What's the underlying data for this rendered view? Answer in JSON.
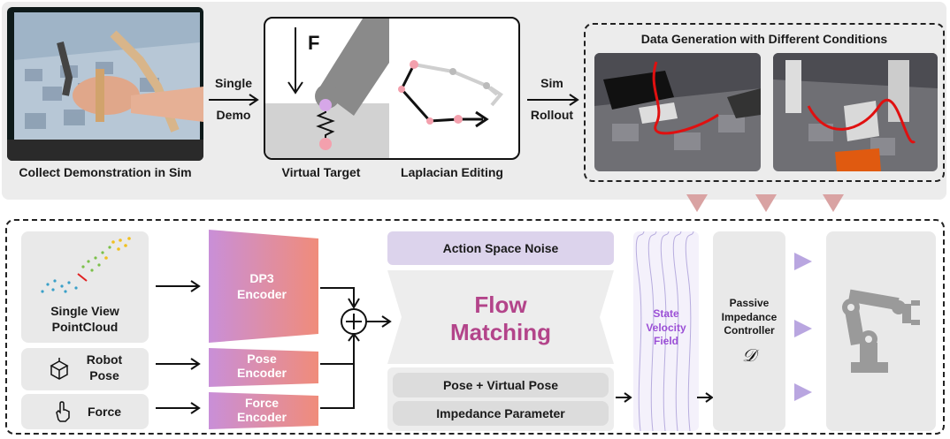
{
  "top": {
    "collect_caption": "Collect Demonstration in Sim",
    "single_demo_label_1": "Single",
    "single_demo_label_2": "Demo",
    "force_symbol": "F",
    "virtual_target_caption": "Virtual Target",
    "laplacian_caption": "Laplacian Editing",
    "sim_rollout_label_1": "Sim",
    "sim_rollout_label_2": "Rollout",
    "datagen_title": "Data Generation with Different Conditions"
  },
  "bottom": {
    "pointcloud_label": "Single View\nPointCloud",
    "robot_pose_label": "Robot\nPose",
    "force_label": "Force",
    "dp3_encoder": "DP3\nEncoder",
    "pose_encoder": "Pose\nEncoder",
    "force_encoder": "Force\nEncoder",
    "action_noise": "Action Space Noise",
    "flow_matching": "Flow\nMatching",
    "pose_virtual_pose": "Pose + Virtual Pose",
    "impedance_parameter": "Impedance Parameter",
    "state_velocity_field": "State\nVelocity\nField",
    "passive_controller": "Passive\nImpedance\nController",
    "controller_symbol": "𝒟"
  },
  "colors": {
    "panel_bg": "#ececec",
    "encoder_gradient_start": "#c98fd8",
    "encoder_gradient_end": "#f08c7a",
    "flow_text": "#b3448a",
    "velocity_text": "#9b4fd6",
    "triangle_pink": "#d9a3a3",
    "triangle_purple": "#b9a6e0",
    "pink_dot": "#f3a0ad",
    "purple_dot": "#d6a7e8"
  }
}
